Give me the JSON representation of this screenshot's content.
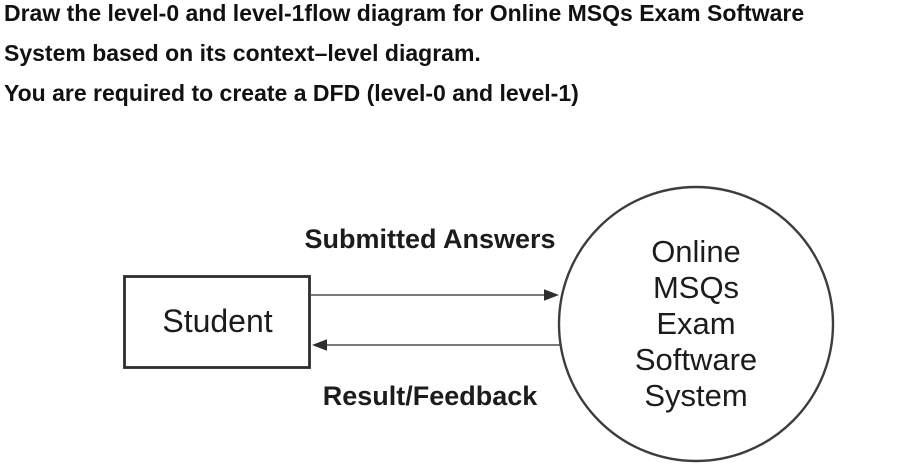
{
  "instructions": {
    "line1": "Draw the level-0 and level-1flow diagram for Online MSQs Exam Software",
    "line2": "System based on its context–level diagram.",
    "line3": "You are required to create a DFD (level-0 and level-1)"
  },
  "diagram": {
    "type": "context-level-dfd",
    "external_entity": {
      "label": "Student",
      "shape": "rectangle"
    },
    "process": {
      "lines": [
        "Online",
        "MSQs",
        "Exam",
        "Software",
        "System"
      ],
      "shape": "circle"
    },
    "flows": [
      {
        "label": "Submitted Answers",
        "from": "Student",
        "to": "Online MSQs Exam Software System",
        "direction": "right"
      },
      {
        "label": "Result/Feedback",
        "from": "Online MSQs Exam Software System",
        "to": "Student",
        "direction": "left"
      }
    ],
    "colors": {
      "background": "#ffffff",
      "text": "#1c1c1c",
      "shape_stroke": "#3d3d3d",
      "arrow_stroke": "#4d4d4d"
    }
  }
}
